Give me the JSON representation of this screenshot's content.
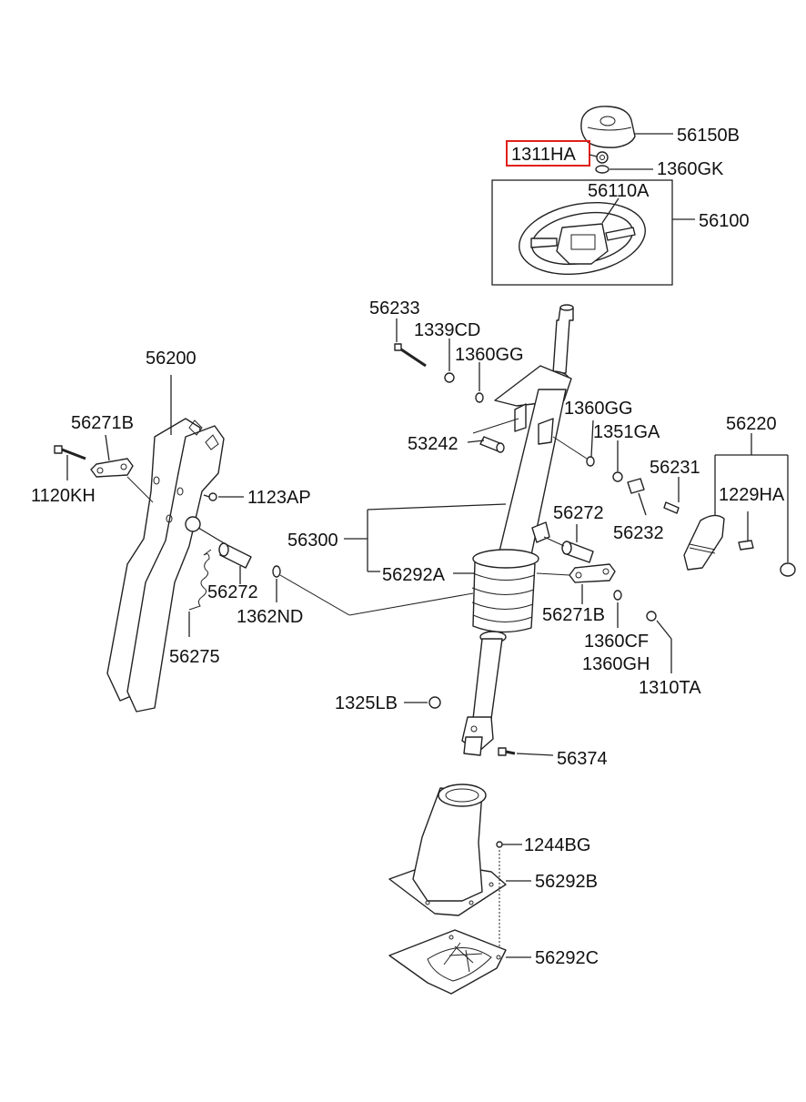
{
  "labels": {
    "l56150B": "56150B",
    "l1311HA": "1311HA",
    "l1360GK": "1360GK",
    "l56110A": "56110A",
    "l56100": "56100",
    "l56233": "56233",
    "l1339CD": "1339CD",
    "l1360GG_a": "1360GG",
    "l1360GG_b": "1360GG",
    "l56200": "56200",
    "l56271B_a": "56271B",
    "l1120KH": "1120KH",
    "l1123AP": "1123AP",
    "l53242": "53242",
    "l1351GA": "1351GA",
    "l56220": "56220",
    "l56231": "56231",
    "l1229HA": "1229HA",
    "l56232": "56232",
    "l56300": "56300",
    "l56272_a": "56272",
    "l56272_b": "56272",
    "l56292A": "56292A",
    "l1362ND": "1362ND",
    "l56271B_b": "56271B",
    "l56275": "56275",
    "l1360CF": "1360CF",
    "l1360GH": "1360GH",
    "l1310TA": "1310TA",
    "l1325LB": "1325LB",
    "l56374": "56374",
    "l1244BG": "1244BG",
    "l56292B": "56292B",
    "l56292C": "56292C"
  },
  "highlight": {
    "part": "1311HA",
    "color": "#e0201a"
  }
}
